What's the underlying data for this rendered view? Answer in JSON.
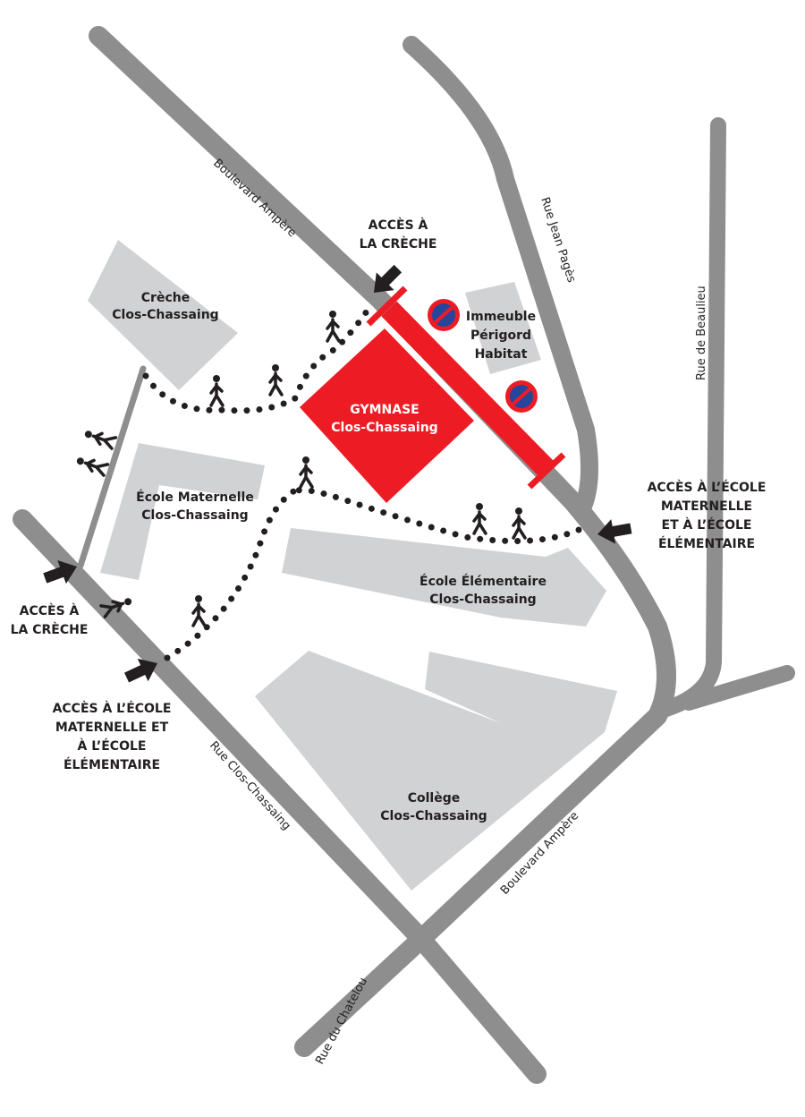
{
  "colors": {
    "road": "#8e8e8e",
    "building": "#d1d2d3",
    "gymnase": "#ed1c24",
    "no_parking_blue": "#27459a",
    "text": "#231f20"
  },
  "streets": {
    "boulevard_ampere_north": "Boulevard Ampère",
    "boulevard_ampere_south": "Boulevard Ampère",
    "rue_jean_pages": "Rue Jean Pagès",
    "rue_de_beaulieu": "Rue de Beaulieu",
    "rue_clos_chassaing": "Rue Clos-Chassaing",
    "rue_du_chatelou": "Rue du Chatelou"
  },
  "buildings": {
    "creche": [
      "Crèche",
      "Clos-Chassaing"
    ],
    "immeuble": [
      "Immeuble",
      "Périgord",
      "Habitat"
    ],
    "gymnase": [
      "GYMNASE",
      "Clos-Chassaing"
    ],
    "maternelle": [
      "École Maternelle",
      "Clos-Chassaing"
    ],
    "elementaire": [
      "École Élémentaire",
      "Clos-Chassaing"
    ],
    "college": [
      "Collège",
      "Clos-Chassaing"
    ]
  },
  "access": {
    "creche_north": [
      "ACCÈS À",
      "LA CRÈCHE"
    ],
    "ecoles_east": [
      "ACCÈS À L’ÉCOLE",
      "MATERNELLE",
      "ET À L’ÉCOLE",
      "ÉLÉMENTAIRE"
    ],
    "creche_west": [
      "ACCÈS À",
      "LA CRÈCHE"
    ],
    "ecoles_southwest": [
      "ACCÈS À L’ÉCOLE",
      "MATERNELLE ET",
      "À L’ÉCOLE",
      "ÉLÉMENTAIRE"
    ]
  },
  "icons": {
    "no_parking": "no-parking-icon",
    "pedestrian": "pedestrian-icon",
    "access_arrow": "arrow-icon"
  }
}
